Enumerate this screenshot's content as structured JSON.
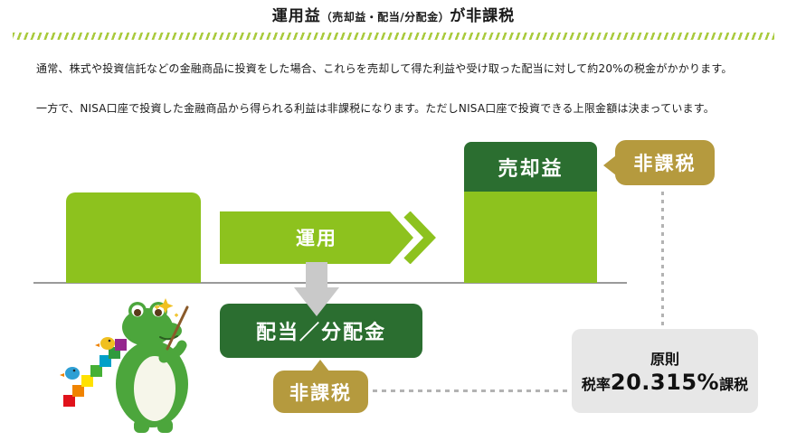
{
  "title": {
    "part1": "運用益",
    "part2": "（売却益・配当/分配金）",
    "part3": "が非課税"
  },
  "intro": {
    "paragraph1": "通常、株式や投資信託などの金融商品に投資をした場合、これらを売却して得た利益や受け取った配当に対して約20%の税金がかかります。",
    "paragraph2": "一方で、NISA口座で投資した金融商品から得られる利益は非課税になります。ただしNISA口座で投資できる上限金額は決まっています。"
  },
  "diagram": {
    "operation_arrow_label": "運用",
    "capital_gain_label": "売却益",
    "capital_gain_tax_free_badge": "非課税",
    "dividend_label": "配当／分配金",
    "dividend_tax_free_badge": "非課税",
    "principle_box": {
      "line1": "原則",
      "rate_prefix": "税率",
      "rate_value": "20.315%",
      "rate_suffix": "課税"
    }
  },
  "icons": {
    "mascot": "crocodile-mascot-with-stairs",
    "sparkle": "sparkle"
  },
  "colors": {
    "light_green": "#8dc21e",
    "dark_green": "#2b6e30",
    "gold": "#b59a3e",
    "stripe_green": "#a9ca3d",
    "gray_box": "#e7e7e7",
    "arrow_gray": "#c9c9c9",
    "dotted_gray": "#b3b3b3",
    "baseline_gray": "#9a9a9a",
    "text": "#1a1a1a"
  }
}
